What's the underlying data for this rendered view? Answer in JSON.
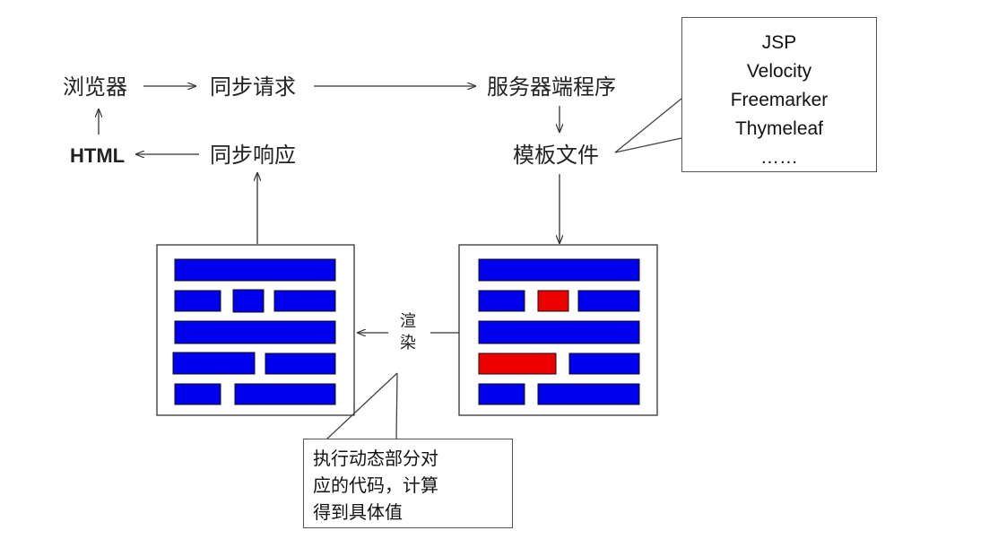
{
  "flow": {
    "browser": "浏览器",
    "sync_request": "同步请求",
    "server_program": "服务器端程序",
    "html": "HTML",
    "sync_response": "同步响应",
    "template_file": "模板文件",
    "render_line1": "渲",
    "render_line2": "染"
  },
  "template_engines": [
    "JSP",
    "Velocity",
    "Freemarker",
    "Thymeleaf",
    "……"
  ],
  "note": {
    "line1": "执行动态部分对",
    "line2": "应的代码，计算",
    "line3": "得到具体值"
  },
  "colors": {
    "static_block": "#0000ee",
    "dynamic_block": "#ee0000",
    "stroke": "#333333"
  }
}
